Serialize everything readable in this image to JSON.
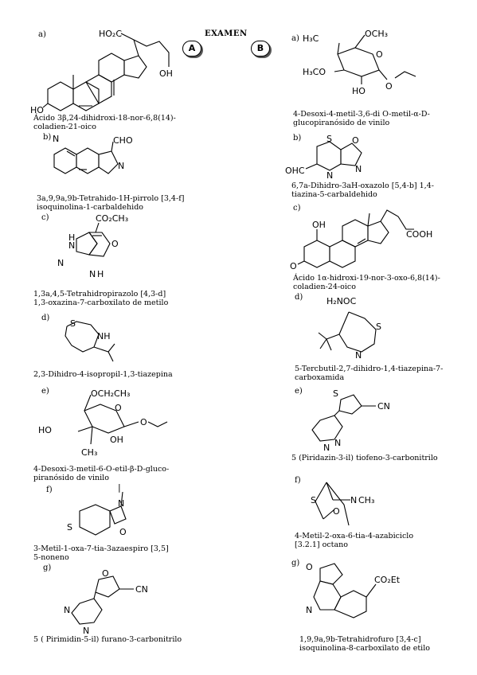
{
  "header": {
    "title": "EXAMEN",
    "badge_a": "A",
    "badge_b": "B"
  },
  "column_a": [
    {
      "letter": "a)",
      "caption": [
        "Ácido 3β,24-dihidroxi-18-nor-6,8(14)-",
        "coladien-21-oico"
      ],
      "atoms": {
        "acid": "HO₂C",
        "oh1": "OH",
        "oh2": "HO"
      }
    },
    {
      "letter": "b)",
      "caption": [
        "3a,9,9a,9b-Tetrahido-1H-pirrolo [3,4-f]",
        "isoquinolina-1-carbaldehido"
      ],
      "atoms": {
        "cho": "CHO",
        "n1": "N",
        "n2": "N"
      }
    },
    {
      "letter": "c)",
      "caption": [
        "1,3a,4,5-Tetrahidropirazolo [4,3-d]",
        "1,3-oxazina-7-carboxilato de metilo"
      ],
      "atoms": {
        "ester": "CO₂CH₃",
        "nh1": "H",
        "n1": "N",
        "n2": "N",
        "nh2": "N",
        "h2": "H",
        "o": "O"
      }
    },
    {
      "letter": "d)",
      "caption": [
        "2,3-Dihidro-4-isopropil-1,3-tiazepina"
      ],
      "atoms": {
        "s": "S",
        "nh": "NH"
      }
    },
    {
      "letter": "e)",
      "caption": [
        "4-Desoxi-3-metil-6-O-etil-β-D-gluco-",
        "piranósido de vinilo"
      ],
      "atoms": {
        "ether": "OCH₂CH₃",
        "o_ring": "O",
        "o_vinyl": "O",
        "ho": "HO",
        "oh": "OH",
        "ch3": "CH₃"
      }
    },
    {
      "letter": "f)",
      "caption": [
        "3-Metil-1-oxa-7-tia-3azaespiro [3,5]",
        "5-noneno"
      ],
      "atoms": {
        "s": "S",
        "n": "N",
        "o": "O"
      }
    },
    {
      "letter": "g)",
      "caption": [
        "5 ( Pirimidin-5-il) furano-3-carbonitrilo"
      ],
      "atoms": {
        "o": "O",
        "n1": "N",
        "n2": "N",
        "cn": "CN"
      }
    }
  ],
  "column_b": [
    {
      "letter": "a)",
      "caption": [
        "4-Desoxi-4-metil-3,6-di O-metil-α-D-",
        "glucopiranósido de vinilo"
      ],
      "atoms": {
        "h3c": "H₃C",
        "och3": "OCH₃",
        "h3co": "H₃CO",
        "ho": "HO",
        "o_ring": "O",
        "o_vinyl": "O"
      }
    },
    {
      "letter": "b)",
      "caption": [
        "6,7a-Dihidro-3aH-oxazolo [5,4-b] 1,4-",
        "tiazina-5-carbaldehido"
      ],
      "atoms": {
        "s": "S",
        "o": "O",
        "n1": "N",
        "n2": "N",
        "ohc": "OHC"
      }
    },
    {
      "letter": "c)",
      "caption": [
        "Ácido 1α-hidroxi-19-nor-3-oxo-6,8(14)-",
        "coladien-24-oico"
      ],
      "atoms": {
        "oh": "OH",
        "o": "O",
        "cooh": "COOH"
      }
    },
    {
      "letter": "d)",
      "caption": [
        "5-Tercbutil-2,7-dihidro-1,4-tiazepina-7-",
        "carboxamida"
      ],
      "atoms": {
        "amide": "H₂NOC",
        "s": "S",
        "n": "N"
      }
    },
    {
      "letter": "e)",
      "caption": [
        "5 (Piridazin-3-il) tiofeno-3-carbonitrilo"
      ],
      "atoms": {
        "s": "S",
        "cn": "CN",
        "n1": "N",
        "n2": "N"
      }
    },
    {
      "letter": "f)",
      "caption": [
        "4-Metil-2-oxa-6-tia-4-azabiciclo",
        "[3.2.1] octano"
      ],
      "atoms": {
        "s": "S",
        "n": "N",
        "ch3": "CH₃",
        "o": "O"
      }
    },
    {
      "letter": "g)",
      "caption": [
        "1,9,9a,9b-Tetrahidrofuro [3,4-c]",
        "isoquinolina-8-carboxilato de etilo"
      ],
      "atoms": {
        "o": "O",
        "n": "N",
        "ester": "CO₂Et"
      }
    }
  ]
}
